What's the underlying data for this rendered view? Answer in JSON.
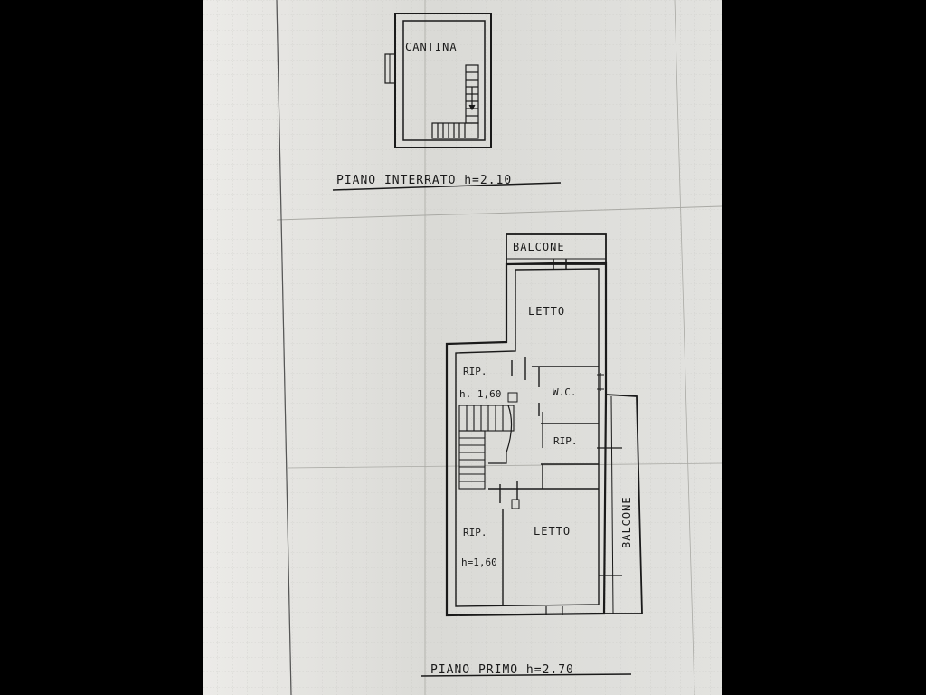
{
  "labels": {
    "cantina": "CANTINA",
    "piano_interrato": "PIANO INTERRATO h=2.10",
    "balcone_top": "BALCONE",
    "letto_upper": "LETTO",
    "rip_upper": "RIP.",
    "rip_upper_height": "h. 1,60",
    "wc": "W.C.",
    "rip_middle": "RIP.",
    "rip_lower": "RIP.",
    "rip_lower_height": "h=1,60",
    "letto_lower": "LETTO",
    "balcone_side": "BALCONE",
    "piano_primo": "PIANO PRIMO h=2.70"
  },
  "colors": {
    "paper": "#e6e6e3",
    "ink": "#1a1a1a",
    "grid": "#b9b9b4"
  }
}
